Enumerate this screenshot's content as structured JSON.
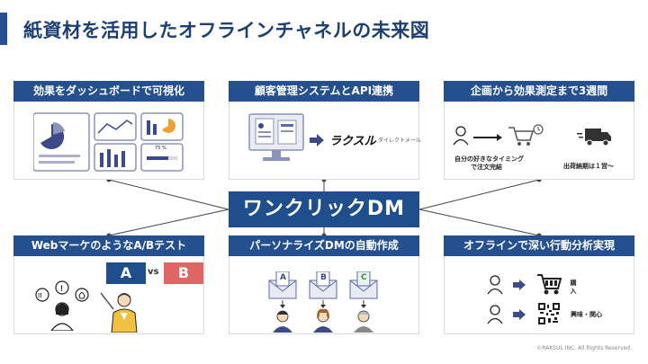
{
  "title": "紙資材を活用したオフラインチャネルの未来図",
  "center": "ワンクリックDM",
  "cards": {
    "dashboard": {
      "heading": "効果をダッシュボードで可視化",
      "chart_tag": "75 %"
    },
    "crm": {
      "heading": "顧客管理システムとAPI連携",
      "brand": "ラクスル",
      "brand_sub": "ダイレクトメール"
    },
    "speed": {
      "heading": "企画から効果測定まで3週間",
      "label_left_1": "自分の好きなタイミング",
      "label_left_2": "で注文完結",
      "label_right": "出荷納期は１営～"
    },
    "abtest": {
      "heading": "WebマーケのようなA/Bテスト",
      "a": "A",
      "vs": "vs",
      "b": "B"
    },
    "personalize": {
      "heading": "パーソナライズDMの自動作成",
      "env_a": "A",
      "env_b": "B",
      "env_c": "C"
    },
    "offline": {
      "heading": "オフラインで深い行動分析実現",
      "label_buy": "購入",
      "label_interest": "興味・関心"
    }
  },
  "copyright": "©RAKSUL INC. All Rights Reserved.",
  "colors": {
    "primary": "#24508f",
    "center": "#1f4e8c",
    "accent_red": "#e06666",
    "accent_orange": "#f0a030",
    "line": "#444444"
  },
  "icons": [
    "dashboard-icon",
    "monitor-icon",
    "arrow-icon",
    "person-icon",
    "cart-icon",
    "truck-icon",
    "envelope-icon",
    "qr-icon",
    "bulb-icon"
  ]
}
